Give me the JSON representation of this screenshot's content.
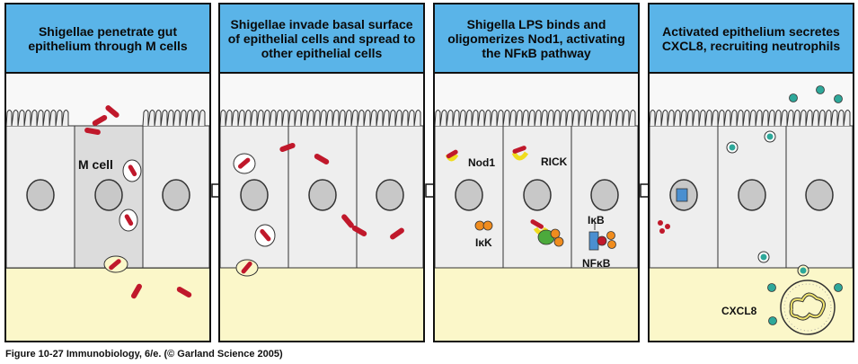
{
  "panels": [
    {
      "title": "Shigellae penetrate gut epithelium through M cells",
      "labels": {
        "m_cell": "M cell"
      }
    },
    {
      "title": "Shigellae invade basal surface of epithelial cells and spread to other epithelial cells"
    },
    {
      "title": "Shigella LPS binds and oligomerizes Nod1, activating the NFκB pathway",
      "labels": {
        "nod1": "Nod1",
        "rick": "RICK",
        "ikk": "IκK",
        "ikb": "IκB",
        "nfkb": "NFκB"
      }
    },
    {
      "title": "Activated epithelium secretes CXCL8, recruiting neutrophils",
      "labels": {
        "cxcl8": "CXCL8"
      }
    }
  ],
  "caption": "Figure 10-27  Immunobiology, 6/e. (© Garland Science 2005)",
  "colors": {
    "title_bg": "#5ab4e8",
    "lumen": "#f8f8f8",
    "cell": "#eeeeee",
    "m_cell": "#dcdcdc",
    "nucleus": "#c8c8c8",
    "lamina": "#fbf7c9",
    "bacterium": "#c0182b",
    "nod1": "#f0dc1e",
    "rick_green": "#4caa3c",
    "ikk": "#f08c1e",
    "nfkb": "#4a8fd0",
    "chemokine": "#2ea89a"
  }
}
